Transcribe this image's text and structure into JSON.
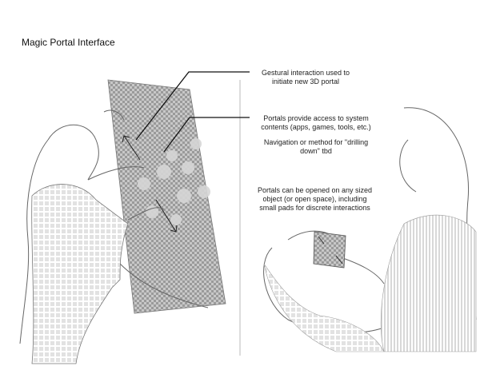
{
  "title": "Magic Portal Interface",
  "annotations": [
    {
      "line1": "Gestural interaction used to",
      "line2": "initiate new 3D portal"
    },
    {
      "line1": "Portals provide access to system",
      "line2": "contents (apps, games, tools, etc.)"
    },
    {
      "line1": "Navigation or method for \"drilling",
      "line2": "down\" tbd"
    },
    {
      "line1": "Portals can be opened on any sized",
      "line2": "object (or open space), including",
      "line3": "small pads for discrete interactions"
    }
  ]
}
